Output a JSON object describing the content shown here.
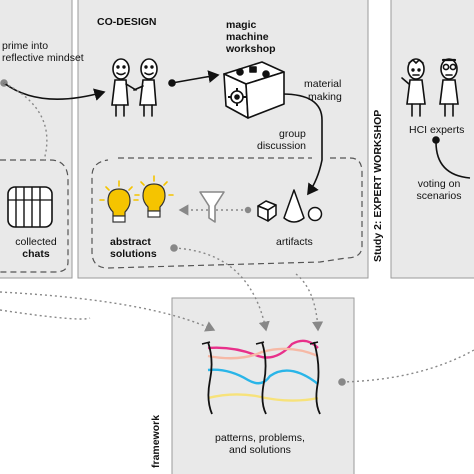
{
  "labels": {
    "prime": "prime into",
    "prime2": "reflective mindset",
    "codesign": "CO-DESIGN",
    "workshop1": "magic",
    "workshop2": "machine",
    "workshop3": "workshop",
    "material1": "material",
    "material2": "making",
    "group1": "group",
    "group2": "discussion",
    "collected": "collected",
    "chats": "chats",
    "abstract1": "abstract",
    "abstract2": "solutions",
    "artifacts": "artifacts",
    "study2": "Study 2: EXPERT WORKSHOP",
    "hci": "HCI experts",
    "voting1": "voting on",
    "voting2": "scenarios",
    "framework": "framework",
    "patterns1": "patterns, problems,",
    "patterns2": "and solutions"
  },
  "colors": {
    "panel": "#e9e9e9",
    "panel_border": "#9a9a9a",
    "bulb": "#f5c400",
    "line_pink": "#e8308a",
    "line_peach": "#f6b9a6",
    "line_cyan": "#29b5e8",
    "line_yellow": "#f7e27a"
  },
  "icons": [
    "person-icon",
    "robot-person-icon",
    "magic-machine-icon",
    "chat-bubbles-icon",
    "lightbulb-icon",
    "funnel-icon",
    "cube-icon",
    "cone-icon",
    "sphere-icon",
    "glasses-person-icon"
  ]
}
